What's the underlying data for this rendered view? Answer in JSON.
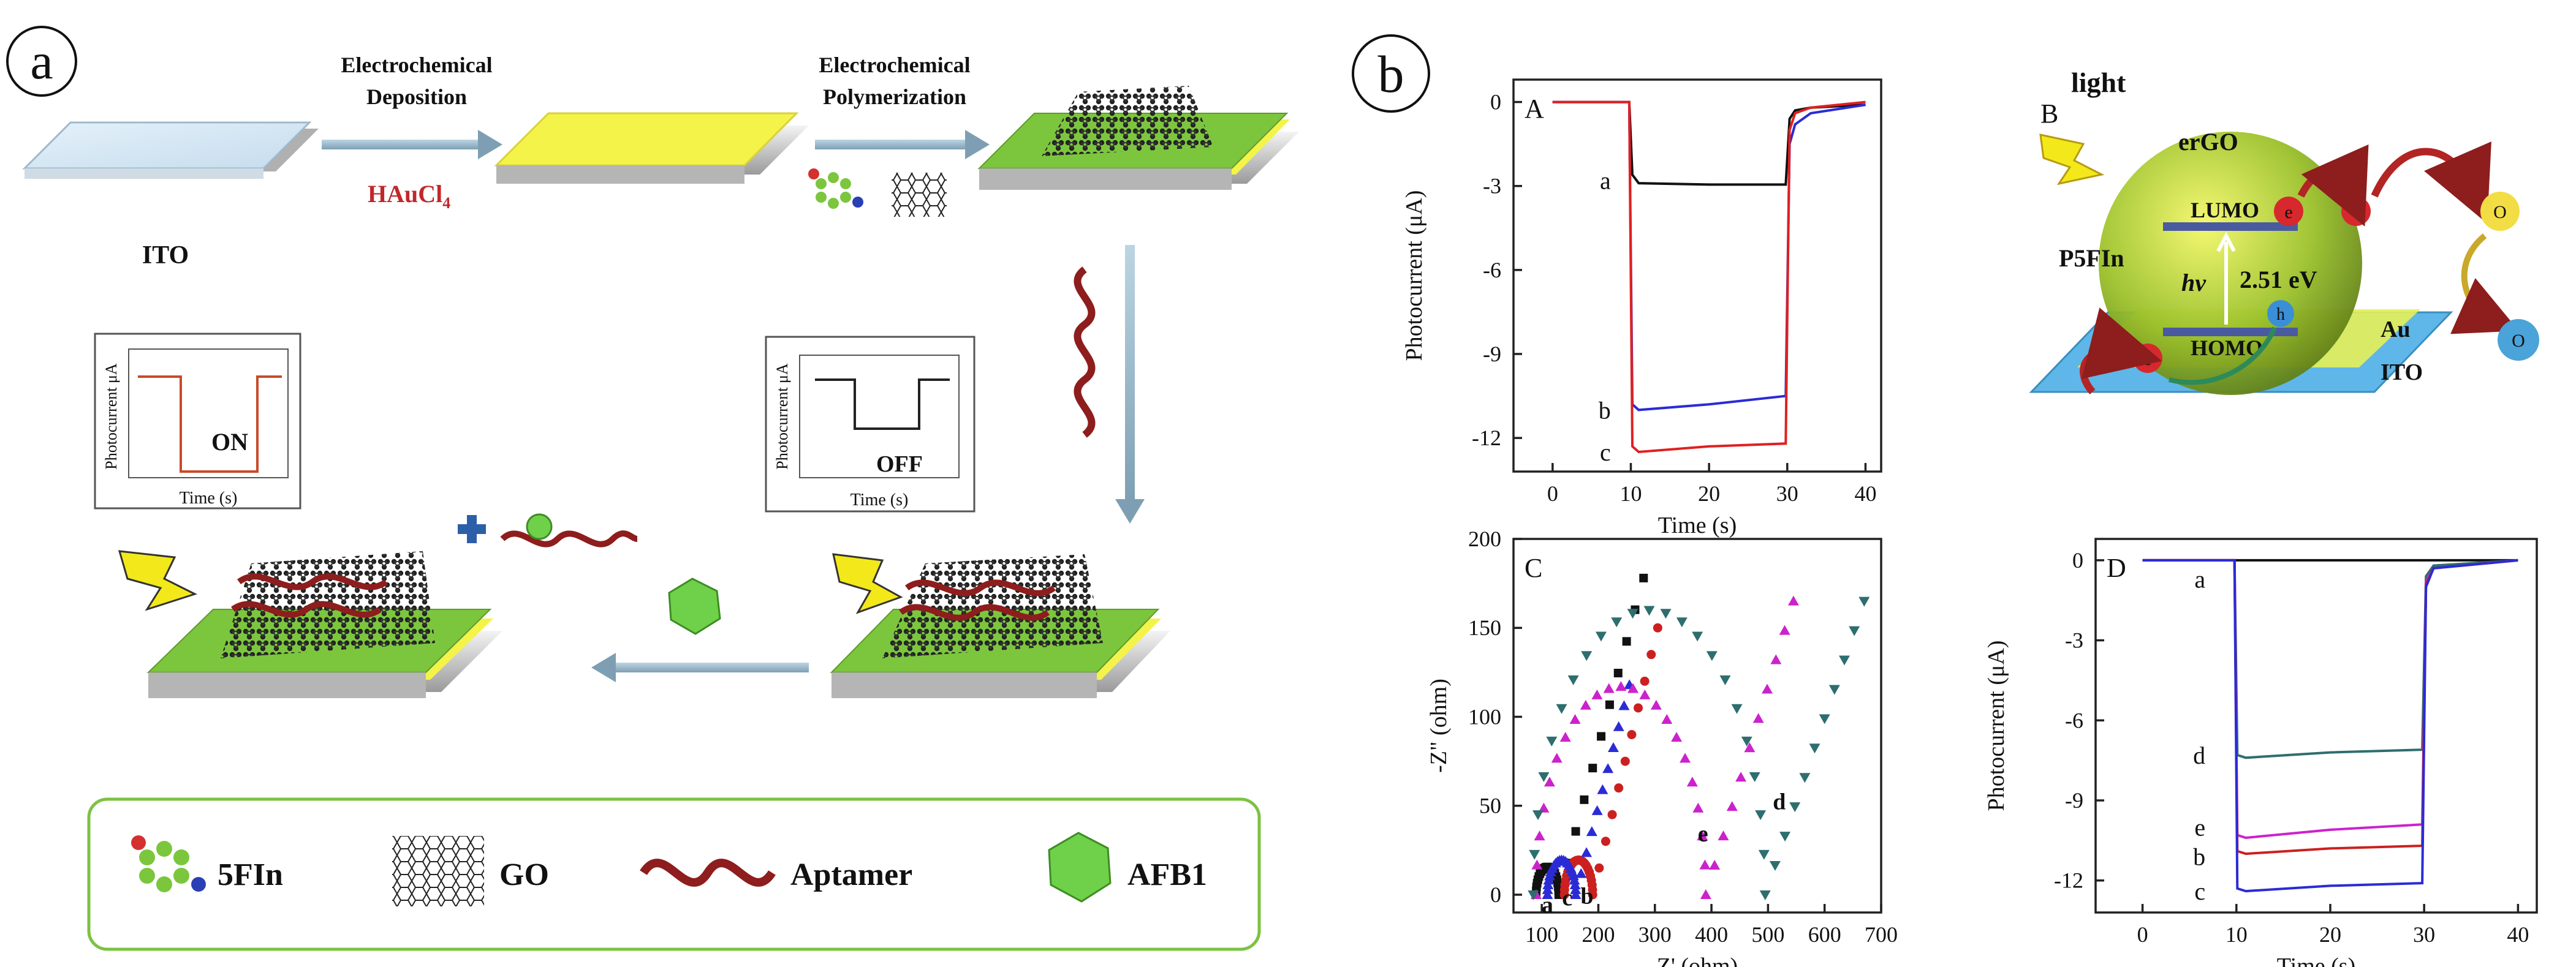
{
  "panel_a": {
    "label": "a",
    "steps": {
      "deposition_line1": "Electrochemical",
      "deposition_line2": "Deposition",
      "deposition_reagent": "HAuCl",
      "deposition_reagent_sub": "4",
      "polymerization_line1": "Electrochemical",
      "polymerization_line2": "Polymerization"
    },
    "ito_label": "ITO",
    "inset_off": {
      "ylabel": "Photocurrent  μA",
      "xlabel": "Time (s)",
      "state": "OFF"
    },
    "inset_on": {
      "ylabel": "Photocurrent  μA",
      "xlabel": "Time (s)",
      "state": "ON"
    },
    "legend": [
      {
        "name": "5FIn",
        "icon": "5fin-molecule-icon"
      },
      {
        "name": "GO",
        "icon": "graphene-oxide-icon"
      },
      {
        "name": "Aptamer",
        "icon": "aptamer-icon"
      },
      {
        "name": "AFB1",
        "icon": "afb1-icon"
      }
    ],
    "colors": {
      "gold": "#f0ef4a",
      "green": "#7cc63e",
      "aptamer": "#8e1d1d",
      "arrow": "#8fb4c9",
      "legend_border": "#7cc242"
    }
  },
  "panel_b": {
    "label": "b",
    "diagram_B": {
      "label": "B",
      "light": "light",
      "ergo": "erGO",
      "p5fin": "P5FIn",
      "lumo": "LUMO",
      "homo": "HOMO",
      "hv": "hv",
      "gap": "2.51 eV",
      "au": "Au",
      "ito": "ITO",
      "electron": "e",
      "hole": "h",
      "o2": "O",
      "o2_minus": "O"
    }
  },
  "chart_data": [
    {
      "id": "A",
      "type": "line",
      "xlabel": "Time (s)",
      "ylabel": "Photocurrent (μA)",
      "xlim": [
        -5,
        42
      ],
      "ylim": [
        -13.2,
        0.8
      ],
      "xticks": [
        0,
        10,
        20,
        30,
        40
      ],
      "yticks": [
        0,
        -3,
        -6,
        -9,
        -12
      ],
      "series": [
        {
          "name": "a",
          "color": "#111111",
          "x": [
            0,
            9.8,
            10.2,
            11,
            20,
            29.8,
            30.3,
            31,
            33,
            40
          ],
          "y": [
            0,
            0,
            -2.6,
            -2.9,
            -2.95,
            -2.95,
            -0.6,
            -0.3,
            -0.2,
            -0.1
          ]
        },
        {
          "name": "b",
          "color": "#2b2bd6",
          "x": [
            0,
            9.8,
            10.2,
            11,
            20,
            29.8,
            30.3,
            31,
            33,
            40
          ],
          "y": [
            0,
            0,
            -10.8,
            -11.0,
            -10.8,
            -10.5,
            -1.5,
            -0.8,
            -0.4,
            -0.1
          ]
        },
        {
          "name": "c",
          "color": "#e02020",
          "x": [
            0,
            9.8,
            10.2,
            11,
            20,
            29.8,
            30.3,
            31,
            33,
            40
          ],
          "y": [
            0,
            0,
            -12.3,
            -12.5,
            -12.3,
            -12.2,
            -1.0,
            -0.4,
            -0.2,
            0
          ]
        }
      ],
      "labels": [
        {
          "text": "a",
          "x": 9,
          "y": -2.8
        },
        {
          "text": "b",
          "x": 9,
          "y": -11.0
        },
        {
          "text": "c",
          "x": 9,
          "y": -12.5
        }
      ]
    },
    {
      "id": "C",
      "type": "scatter",
      "xlabel": "Z' (ohm)",
      "ylabel": "-Z\" (ohm)",
      "xlim": [
        50,
        700
      ],
      "ylim": [
        -10,
        200
      ],
      "xticks": [
        100,
        200,
        300,
        400,
        500,
        600,
        700
      ],
      "yticks": [
        0,
        50,
        100,
        150,
        200
      ],
      "series": [
        {
          "name": "a",
          "color": "#111111",
          "marker": "square",
          "cx": 110,
          "r": 20,
          "tail_from": 130,
          "tail_to": 280,
          "tail_top": 178
        },
        {
          "name": "b",
          "color": "#cc2020",
          "marker": "circle",
          "cx": 165,
          "r": 25,
          "tail_from": 190,
          "tail_to": 305,
          "tail_top": 150
        },
        {
          "name": "c",
          "color": "#2b2bd6",
          "marker": "triangle",
          "cx": 135,
          "r": 25,
          "tail_from": 160,
          "tail_to": 255,
          "tail_top": 118
        },
        {
          "name": "e",
          "color": "#cc22cc",
          "marker": "triangle",
          "cx": 240,
          "r": 150,
          "tail_from": 390,
          "tail_to": 545,
          "tail_top": 165
        },
        {
          "name": "d",
          "color": "#2e6e6e",
          "marker": "triangle-down",
          "cx": 290,
          "r": 205,
          "tail_from": 495,
          "tail_to": 670,
          "tail_top": 165
        }
      ],
      "labels": [
        {
          "text": "a",
          "x": 110,
          "y": -10
        },
        {
          "text": "c",
          "x": 145,
          "y": -6
        },
        {
          "text": "b",
          "x": 180,
          "y": -5
        },
        {
          "text": "e",
          "x": 385,
          "y": 30
        },
        {
          "text": "d",
          "x": 520,
          "y": 48
        }
      ]
    },
    {
      "id": "D",
      "type": "line",
      "xlabel": "Time (s)",
      "ylabel": "Photocurrent (μA)",
      "xlim": [
        -5,
        42
      ],
      "ylim": [
        -13.2,
        0.8
      ],
      "xticks": [
        0,
        10,
        20,
        30,
        40
      ],
      "yticks": [
        0,
        -3,
        -6,
        -9,
        -12
      ],
      "series": [
        {
          "name": "a",
          "color": "#111111",
          "x": [
            0,
            40
          ],
          "y": [
            0,
            0
          ]
        },
        {
          "name": "d",
          "color": "#2e6e6e",
          "x": [
            0,
            9.8,
            10.1,
            11,
            20,
            29.8,
            30.2,
            31,
            40
          ],
          "y": [
            0,
            0,
            -7.3,
            -7.4,
            -7.2,
            -7.1,
            -0.6,
            -0.2,
            0
          ]
        },
        {
          "name": "e",
          "color": "#cc22cc",
          "x": [
            0,
            9.8,
            10.1,
            11,
            20,
            29.8,
            30.2,
            31,
            40
          ],
          "y": [
            0,
            0,
            -10.3,
            -10.4,
            -10.1,
            -9.9,
            -0.8,
            -0.3,
            0
          ]
        },
        {
          "name": "b",
          "color": "#cc2020",
          "x": [
            0,
            9.8,
            10.1,
            11,
            20,
            29.8,
            30.2,
            31,
            40
          ],
          "y": [
            0,
            0,
            -10.9,
            -11.0,
            -10.8,
            -10.7,
            -0.9,
            -0.3,
            0
          ]
        },
        {
          "name": "c",
          "color": "#2b2bd6",
          "x": [
            0,
            9.8,
            10.1,
            11,
            20,
            29.8,
            30.2,
            31,
            40
          ],
          "y": [
            0,
            0,
            -12.3,
            -12.4,
            -12.2,
            -12.1,
            -1.0,
            -0.3,
            0
          ]
        }
      ],
      "labels": [
        {
          "text": "a",
          "x": 8,
          "y": -0.7
        },
        {
          "text": "d",
          "x": 8,
          "y": -7.3
        },
        {
          "text": "e",
          "x": 8,
          "y": -10.0
        },
        {
          "text": "b",
          "x": 8,
          "y": -11.1
        },
        {
          "text": "c",
          "x": 8,
          "y": -12.4
        }
      ]
    }
  ]
}
